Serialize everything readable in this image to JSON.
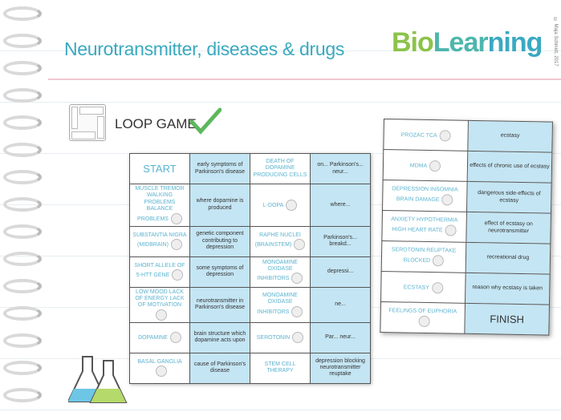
{
  "header": {
    "title": "Neurotransmitter, diseases & drugs",
    "logo_text": "BioLearning",
    "copyright": "© Maja Schmidt, 2017"
  },
  "section": {
    "label": "LOOP GAME"
  },
  "main_table": {
    "rows": [
      [
        "START",
        "early symptoms of Parkinson's disease",
        "DEATH OF DOPAMINE PRODUCING CELLS",
        "on... Parkinson's... neur..."
      ],
      [
        "MUSCLE TREMOR WALKING PROBLEMS BALANCE PROBLEMS",
        "where dopamine is produced",
        "L-DOPA",
        "where..."
      ],
      [
        "SUBSTANTIA NIGRA (MIDBRAIN)",
        "genetic component contributing to depression",
        "RAPHE NUCLEI (BRAINSTEM)",
        "Parkinson's... breakd..."
      ],
      [
        "SHORT ALLELE OF 5-HTT GENE",
        "some symptoms of depression",
        "MONOAMINE OXIDASE INHIBITORS",
        "depressi..."
      ],
      [
        "LOW MOOD LACK OF ENERGY LACK OF MOTIVATION",
        "neurotransmitter in Parkinson's disease",
        "MONOAMINE OXIDASE INHIBITORS",
        "ne..."
      ],
      [
        "DOPAMINE",
        "brain structure which dopamine acts upon",
        "SEROTONIN",
        "Par... neur..."
      ],
      [
        "BASAL GANGLIA",
        "cause of Parkinson's disease",
        "STEM CELL THERAPY",
        "depression blocking neurotransmitter reuptake"
      ]
    ],
    "icons": [
      "",
      "elderly-people-icon",
      "medicine-bottle-icon",
      "brain-icon",
      "medicine-bottle-icon",
      "neuron-synapse-icon",
      "medicine-bottle-icon",
      "baby-face-icon",
      "serotonin-molecule-icon",
      "brain-section-icon"
    ]
  },
  "card": {
    "rows": [
      [
        "PROZAC TCA",
        "ecstasy"
      ],
      [
        "MDMA",
        "effects of chronic use of ecstasy"
      ],
      [
        "DEPRESSION INSOMNIA BRAIN DAMAGE",
        "dangerous side-effects of ecstasy"
      ],
      [
        "ANXIETY HYPOTHERMIA HIGH HEART RATE",
        "effect of ecstasy on neurotransmitter"
      ],
      [
        "SEROTONIN REUPTAKE BLOCKED",
        "recreational drug"
      ],
      [
        "ECSTASY",
        "reason why ecstasy is taken"
      ],
      [
        "FEELINGS OF EUPHORIA",
        "FINISH"
      ]
    ],
    "icons": [
      "medicine-bottle-icon",
      "mdma-molecule-icon",
      "brain-icon",
      "heart-icon",
      "synapse-blocked-icon",
      "pills-icon",
      "baby-face-icon"
    ]
  },
  "colors": {
    "accent": "#3aa9c1",
    "cell_blue": "#c4e5f3",
    "check": "#5cb85c"
  }
}
